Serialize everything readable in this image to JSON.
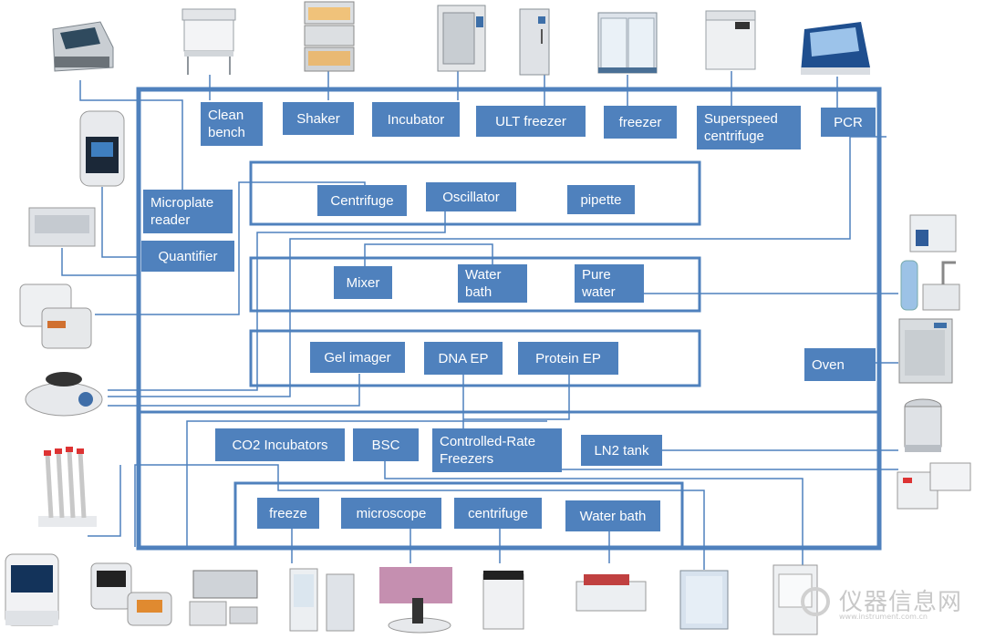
{
  "colors": {
    "box": "#4f81bd",
    "line": "#4f81bd",
    "text": "#ffffff"
  },
  "labels": {
    "clean_bench": "Clean\nbench",
    "shaker": "Shaker",
    "incubator": "Incubator",
    "ult_freezer": "ULT freezer",
    "freezer": "freezer",
    "superspeed": "Superspeed\ncentrifuge",
    "pcr": "PCR",
    "microplate": "Microplate\nreader",
    "quantifier": "Quantifier",
    "centrifuge": "Centrifuge",
    "oscillator": "Oscillator",
    "pipette": "pipette",
    "mixer": "Mixer",
    "water_bath": "Water\nbath",
    "pure_water": "Pure\nwater",
    "gel_imager": "Gel imager",
    "dna_ep": "DNA EP",
    "protein_ep": "Protein EP",
    "oven": "Oven",
    "co2": "CO2 Incubators",
    "bsc": "BSC",
    "crf": "Controlled-Rate\nFreezers",
    "ln2": "LN2 tank",
    "freeze": "freeze",
    "microscope": "microscope",
    "centrifuge2": "centrifuge",
    "water_bath2": "Water bath"
  },
  "watermark": {
    "text": "仪器信息网",
    "sub": "www.instrument.com.cn"
  }
}
